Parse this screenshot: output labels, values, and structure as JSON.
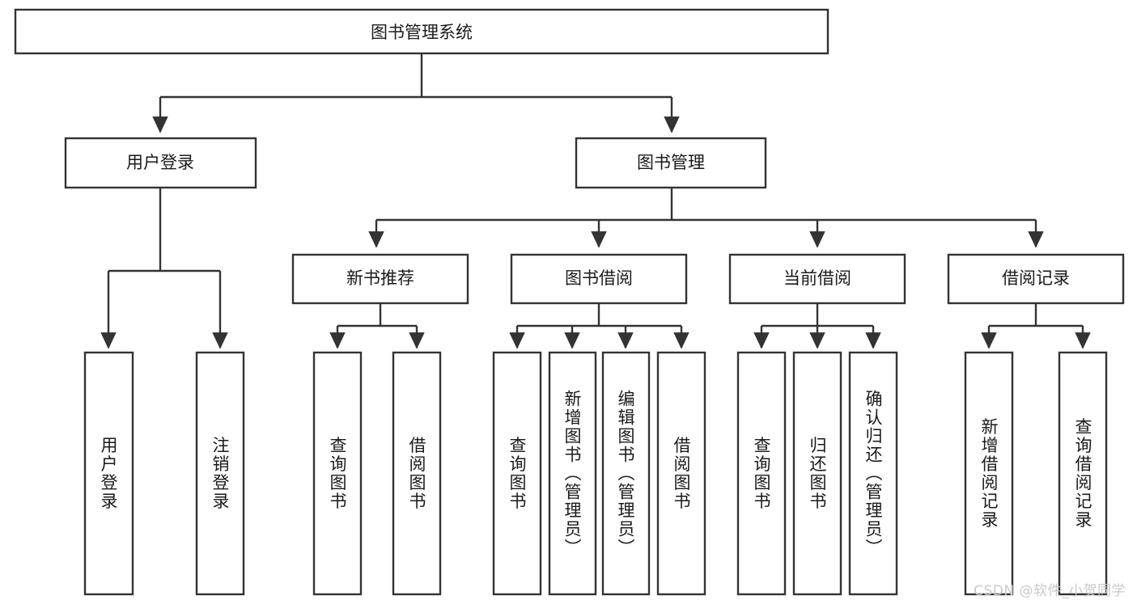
{
  "diagram": {
    "title": "图书管理系统",
    "type": "hierarchy-tree",
    "root": {
      "id": "root",
      "label": "图书管理系统",
      "orientation": "horizontal"
    },
    "level2": [
      {
        "id": "user-login",
        "label": "用户登录",
        "orientation": "horizontal"
      },
      {
        "id": "book-management",
        "label": "图书管理",
        "orientation": "horizontal"
      }
    ],
    "level3": [
      {
        "id": "new-book-recommend",
        "label": "新书推荐",
        "orientation": "horizontal",
        "parent": "book-management"
      },
      {
        "id": "book-borrow",
        "label": "图书借阅",
        "orientation": "horizontal",
        "parent": "book-management"
      },
      {
        "id": "current-borrow",
        "label": "当前借阅",
        "orientation": "horizontal",
        "parent": "book-management"
      },
      {
        "id": "borrow-record",
        "label": "借阅记录",
        "orientation": "horizontal",
        "parent": "book-management"
      }
    ],
    "leaves": [
      {
        "id": "leaf-user-login",
        "label": "用户登录",
        "orientation": "vertical",
        "parent": "user-login"
      },
      {
        "id": "leaf-logout",
        "label": "注销登录",
        "orientation": "vertical",
        "parent": "user-login"
      },
      {
        "id": "leaf-query-book-1",
        "label": "查询图书",
        "orientation": "vertical",
        "parent": "new-book-recommend"
      },
      {
        "id": "leaf-borrow-book-1",
        "label": "借阅图书",
        "orientation": "vertical",
        "parent": "new-book-recommend"
      },
      {
        "id": "leaf-query-book-2",
        "label": "查询图书",
        "orientation": "vertical",
        "parent": "book-borrow"
      },
      {
        "id": "leaf-add-book",
        "label": "新增图书（管理员）",
        "orientation": "vertical",
        "parent": "book-borrow"
      },
      {
        "id": "leaf-edit-book",
        "label": "编辑图书（管理员）",
        "orientation": "vertical",
        "parent": "book-borrow"
      },
      {
        "id": "leaf-borrow-book-2",
        "label": "借阅图书",
        "orientation": "vertical",
        "parent": "book-borrow"
      },
      {
        "id": "leaf-query-book-3",
        "label": "查询图书",
        "orientation": "vertical",
        "parent": "current-borrow"
      },
      {
        "id": "leaf-return-book",
        "label": "归还图书",
        "orientation": "vertical",
        "parent": "current-borrow"
      },
      {
        "id": "leaf-confirm-return",
        "label": "确认归还（管理员）",
        "orientation": "vertical",
        "parent": "current-borrow"
      },
      {
        "id": "leaf-add-record",
        "label": "新增借阅记录",
        "orientation": "vertical",
        "parent": "borrow-record"
      },
      {
        "id": "leaf-query-record",
        "label": "查询借阅记录",
        "orientation": "vertical",
        "parent": "borrow-record"
      }
    ]
  },
  "watermark": {
    "text": "CSDN @软件_小贺同学"
  },
  "colors": {
    "box_stroke": "#333333",
    "box_fill": "#ffffff",
    "text": "#1a1a1a",
    "connector": "#333333",
    "watermark": "#c9c9c9",
    "background": "#ffffff"
  }
}
